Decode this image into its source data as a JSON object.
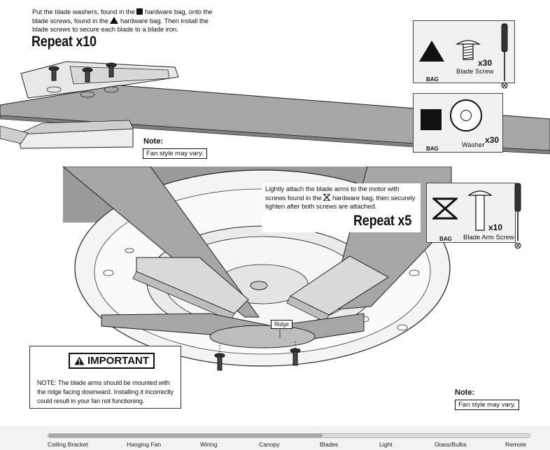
{
  "top_instruction": {
    "part1": "Put the blade washers, found in the",
    "part2": "hardware bag, onto the",
    "part3": "blade screws, found in the",
    "part4": "hardware bag. Then install the",
    "part5": "blade screws to secure each blade to a blade iron.",
    "repeat": "Repeat x10"
  },
  "bag_blade_screw": {
    "bag": "BAG",
    "item": "Blade Screw",
    "qty": "x30"
  },
  "bag_washer": {
    "bag": "BAG",
    "item": "Washer",
    "qty": "x30"
  },
  "note_top": {
    "label": "Note:",
    "text": "Fan style may vary."
  },
  "middle_instruction": {
    "part1": "Lightly attach the blade arms to the motor with screws",
    "part2": "found in the",
    "part3": "hardware bag, then securely tighten",
    "part4": "after both screws are attached.",
    "repeat": "Repeat x5"
  },
  "bag_arm_screw": {
    "bag": "BAG",
    "item": "Blade Arm Screw",
    "qty": "x10"
  },
  "ridge_label": "Ridge",
  "important": {
    "title": "IMPORTANT",
    "line1": "NOTE: The blade arms should be mounted with",
    "line2": "the ridge facing downward. Installing it incorrectly",
    "line3": "could result in your fan not functioning."
  },
  "note_bottom": {
    "label": "Note:",
    "text": "Fan style may vary."
  },
  "progress": {
    "fraction": 0.57,
    "steps": [
      "Ceiling Bracket",
      "Hanging Fan",
      "Wiring",
      "Canopy",
      "Blades",
      "Light",
      "Glass/Bulbs",
      "Remote"
    ]
  },
  "colors": {
    "blade": "#a6a6a6",
    "panel": "#f1f1f1",
    "track": "#d6d6d6",
    "fill": "#a8a8a8"
  }
}
